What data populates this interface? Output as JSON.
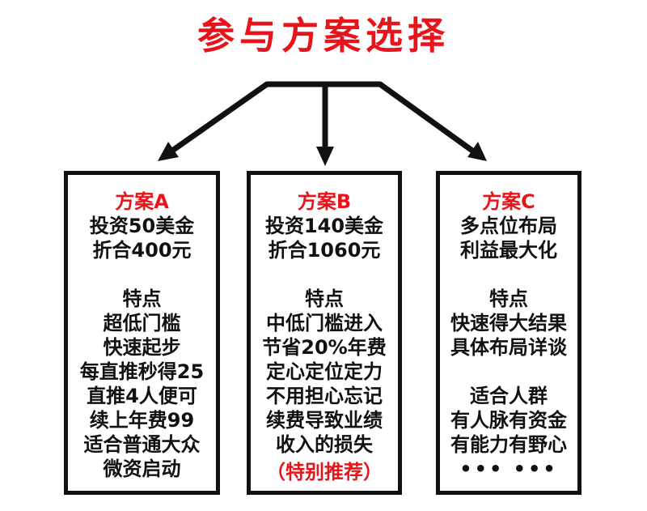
{
  "title": "参与方案选择",
  "colors": {
    "accent": "#e8141b",
    "ink": "#111111"
  },
  "plans": {
    "a": {
      "heading": "方案A",
      "intro": [
        "投资50美金",
        "折合400元"
      ],
      "section": "特点",
      "lines": [
        "超低门槛",
        "快速起步",
        "每直推秒得25",
        "直推4人便可",
        "续上年费99",
        "适合普通大众",
        "微资启动"
      ]
    },
    "b": {
      "heading": "方案B",
      "intro": [
        "投资140美金",
        "折合1060元"
      ],
      "section": "特点",
      "lines": [
        "中低门槛进入",
        "节省20%年费",
        "定心定位定力",
        "不用担心忘记",
        "续费导致业绩",
        "收入的损失"
      ],
      "note": "（特别推荐）"
    },
    "c": {
      "heading": "方案C",
      "intro": [
        "多点位布局",
        "利益最大化"
      ],
      "section": "特点",
      "lines": [
        "快速得大结果",
        "具体布局详谈"
      ],
      "section2": "适合人群",
      "lines2": [
        "有人脉有资金",
        "有能力有野心"
      ],
      "ellipsis": "••• •••"
    }
  }
}
